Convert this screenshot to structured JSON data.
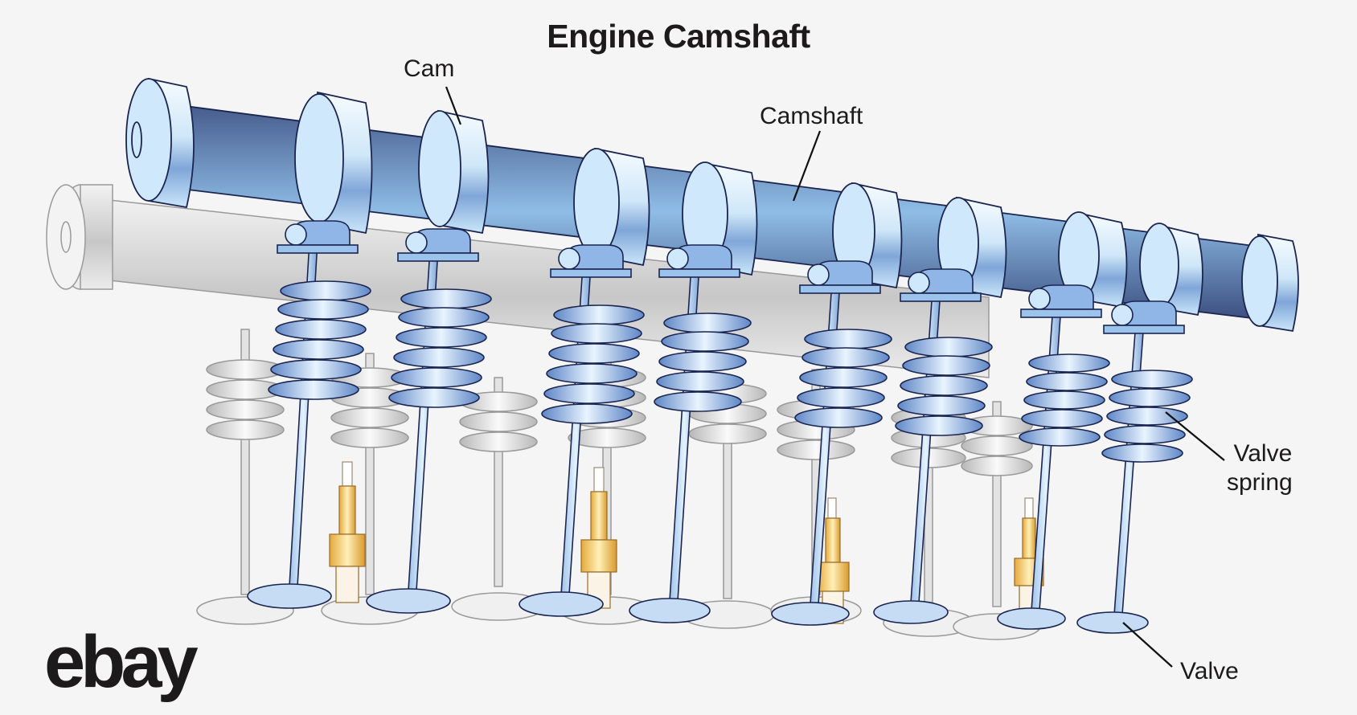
{
  "title": "Engine Camshaft",
  "labels": {
    "cam": "Cam",
    "camshaft": "Camshaft",
    "valve_spring_line1": "Valve",
    "valve_spring_line2": "spring",
    "valve": "Valve"
  },
  "logo": "ebay",
  "colors": {
    "background": "#f5f5f5",
    "text": "#1c1a1b",
    "shaft_dark": "#4a6190",
    "shaft_mid": "#8fbde6",
    "cam_light": "#e6f4fc",
    "cam_edge": "#b9ddf5",
    "outline": "#1b2550",
    "grey_part": "#d8d8d8",
    "spark_plug": "#f2c35a"
  },
  "components": [
    "camshaft",
    "cam",
    "valve spring",
    "valve",
    "spark plug",
    "rocker"
  ]
}
